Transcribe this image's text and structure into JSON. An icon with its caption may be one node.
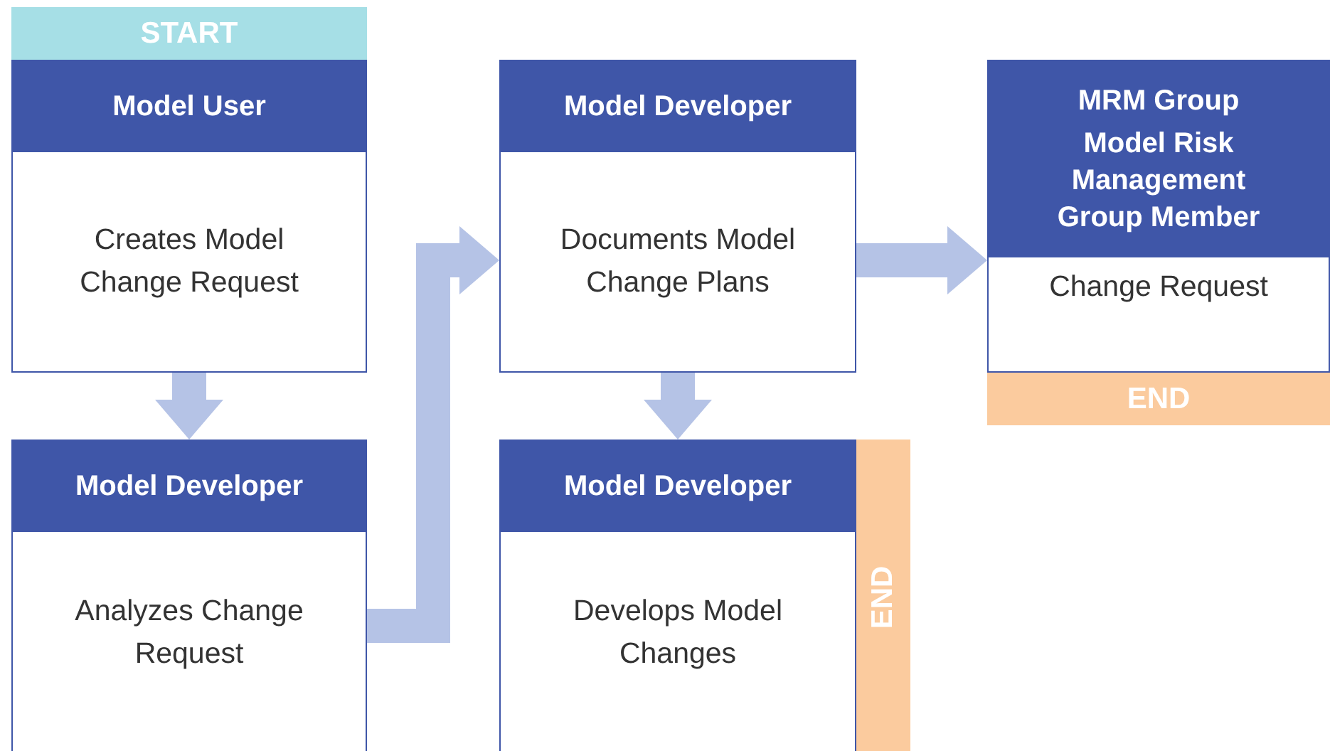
{
  "diagram": {
    "nodes": [
      {
        "text": [
          "START"
        ]
      },
      {
        "text": [
          "Model User",
          "Creates Model Change Request"
        ]
      },
      {
        "text": [
          "Model Developer",
          "Analyzes Change Request"
        ]
      },
      {
        "text": [
          "Model Developer",
          "Documents Model Change Plans"
        ]
      },
      {
        "text": [
          "MRM Group",
          "Model Risk Management Group Member",
          "Change Request"
        ]
      },
      {
        "text": [
          "END"
        ]
      },
      {
        "text": [
          "Model Developer",
          "Develops Model Changes"
        ]
      },
      {
        "text": [
          "END"
        ]
      }
    ],
    "edges": [
      {
        "from": 1,
        "to": 2,
        "arrow": "to"
      },
      {
        "from": 2,
        "to": 3,
        "arrow": "to"
      },
      {
        "from": 3,
        "to": 4,
        "arrow": "to"
      },
      {
        "from": 3,
        "to": 6,
        "arrow": "to"
      }
    ]
  }
}
